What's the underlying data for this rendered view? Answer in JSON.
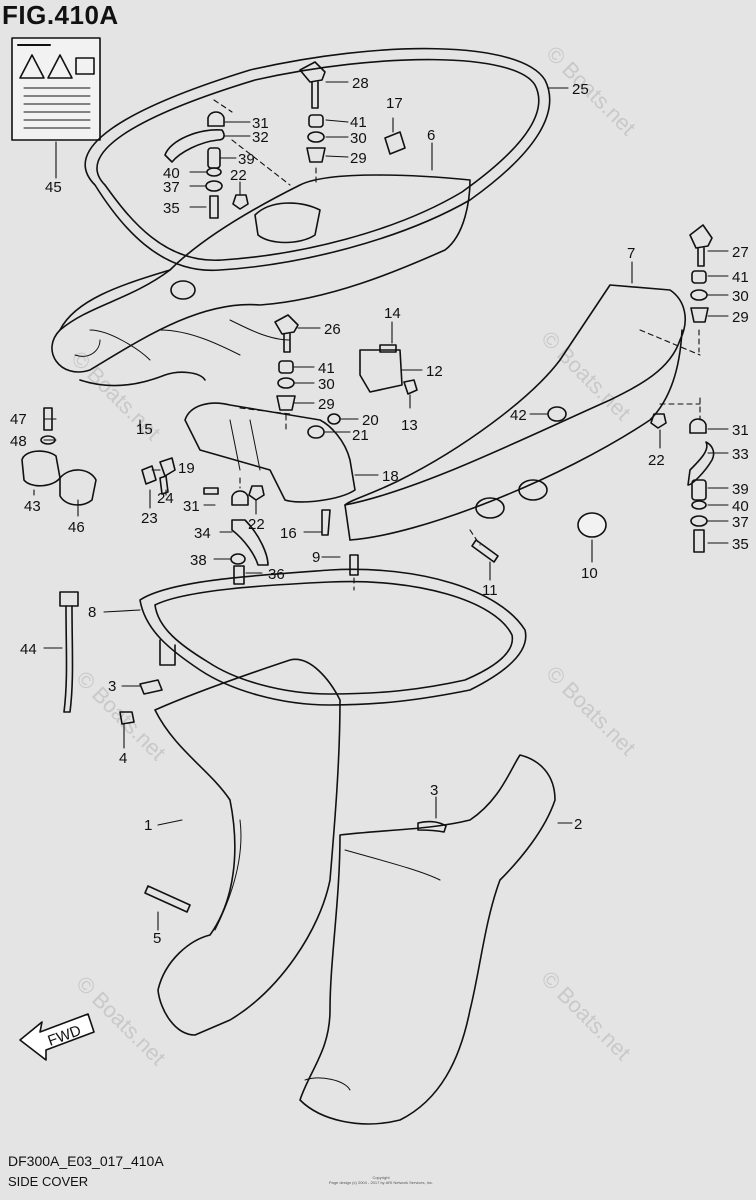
{
  "figure": {
    "title": "FIG.410A",
    "code": "DF300A_E03_017_410A",
    "name": "SIDE COVER"
  },
  "copyright": {
    "heading": "Copyright",
    "text": "Page design (c) 2004 - 2017 by ARI Network Services, Inc."
  },
  "fwd_label": "FWD",
  "watermark": "© Boats.net",
  "callouts": {
    "n1": "1",
    "n2": "2",
    "n3a": "3",
    "n3b": "3",
    "n4": "4",
    "n5": "5",
    "n6": "6",
    "n7": "7",
    "n8": "8",
    "n9": "9",
    "n10": "10",
    "n11": "11",
    "n12": "12",
    "n13": "13",
    "n14": "14",
    "n15": "15",
    "n16": "16",
    "n17": "17",
    "n18": "18",
    "n19": "19",
    "n20": "20",
    "n21": "21",
    "n22a": "22",
    "n22b": "22",
    "n22c": "22",
    "n23": "23",
    "n24": "24",
    "n25": "25",
    "n26": "26",
    "n27": "27",
    "n28": "28",
    "n29a": "29",
    "n29b": "29",
    "n29c": "29",
    "n30a": "30",
    "n30b": "30",
    "n30c": "30",
    "n31a": "31",
    "n31b": "31",
    "n31c": "31",
    "n32": "32",
    "n33": "33",
    "n34": "34",
    "n35a": "35",
    "n35b": "35",
    "n36": "36",
    "n37a": "37",
    "n37b": "37",
    "n38": "38",
    "n39a": "39",
    "n39b": "39",
    "n40a": "40",
    "n40b": "40",
    "n41a": "41",
    "n41b": "41",
    "n41c": "41",
    "n42": "42",
    "n43": "43",
    "n44": "44",
    "n45": "45",
    "n46": "46",
    "n47": "47",
    "n48": "48"
  }
}
